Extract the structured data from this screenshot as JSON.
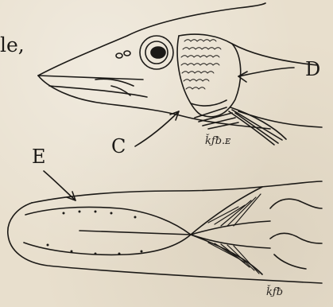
{
  "text_fragment": "le,",
  "labels": {
    "c": "C",
    "d": "D",
    "e": "E"
  },
  "signatures": {
    "top": "ǩƒƀ.ᴇ",
    "bottom": "ǩƒƀ"
  },
  "colors": {
    "paper": "#e8dfcd",
    "ink": "#1c1a17"
  }
}
